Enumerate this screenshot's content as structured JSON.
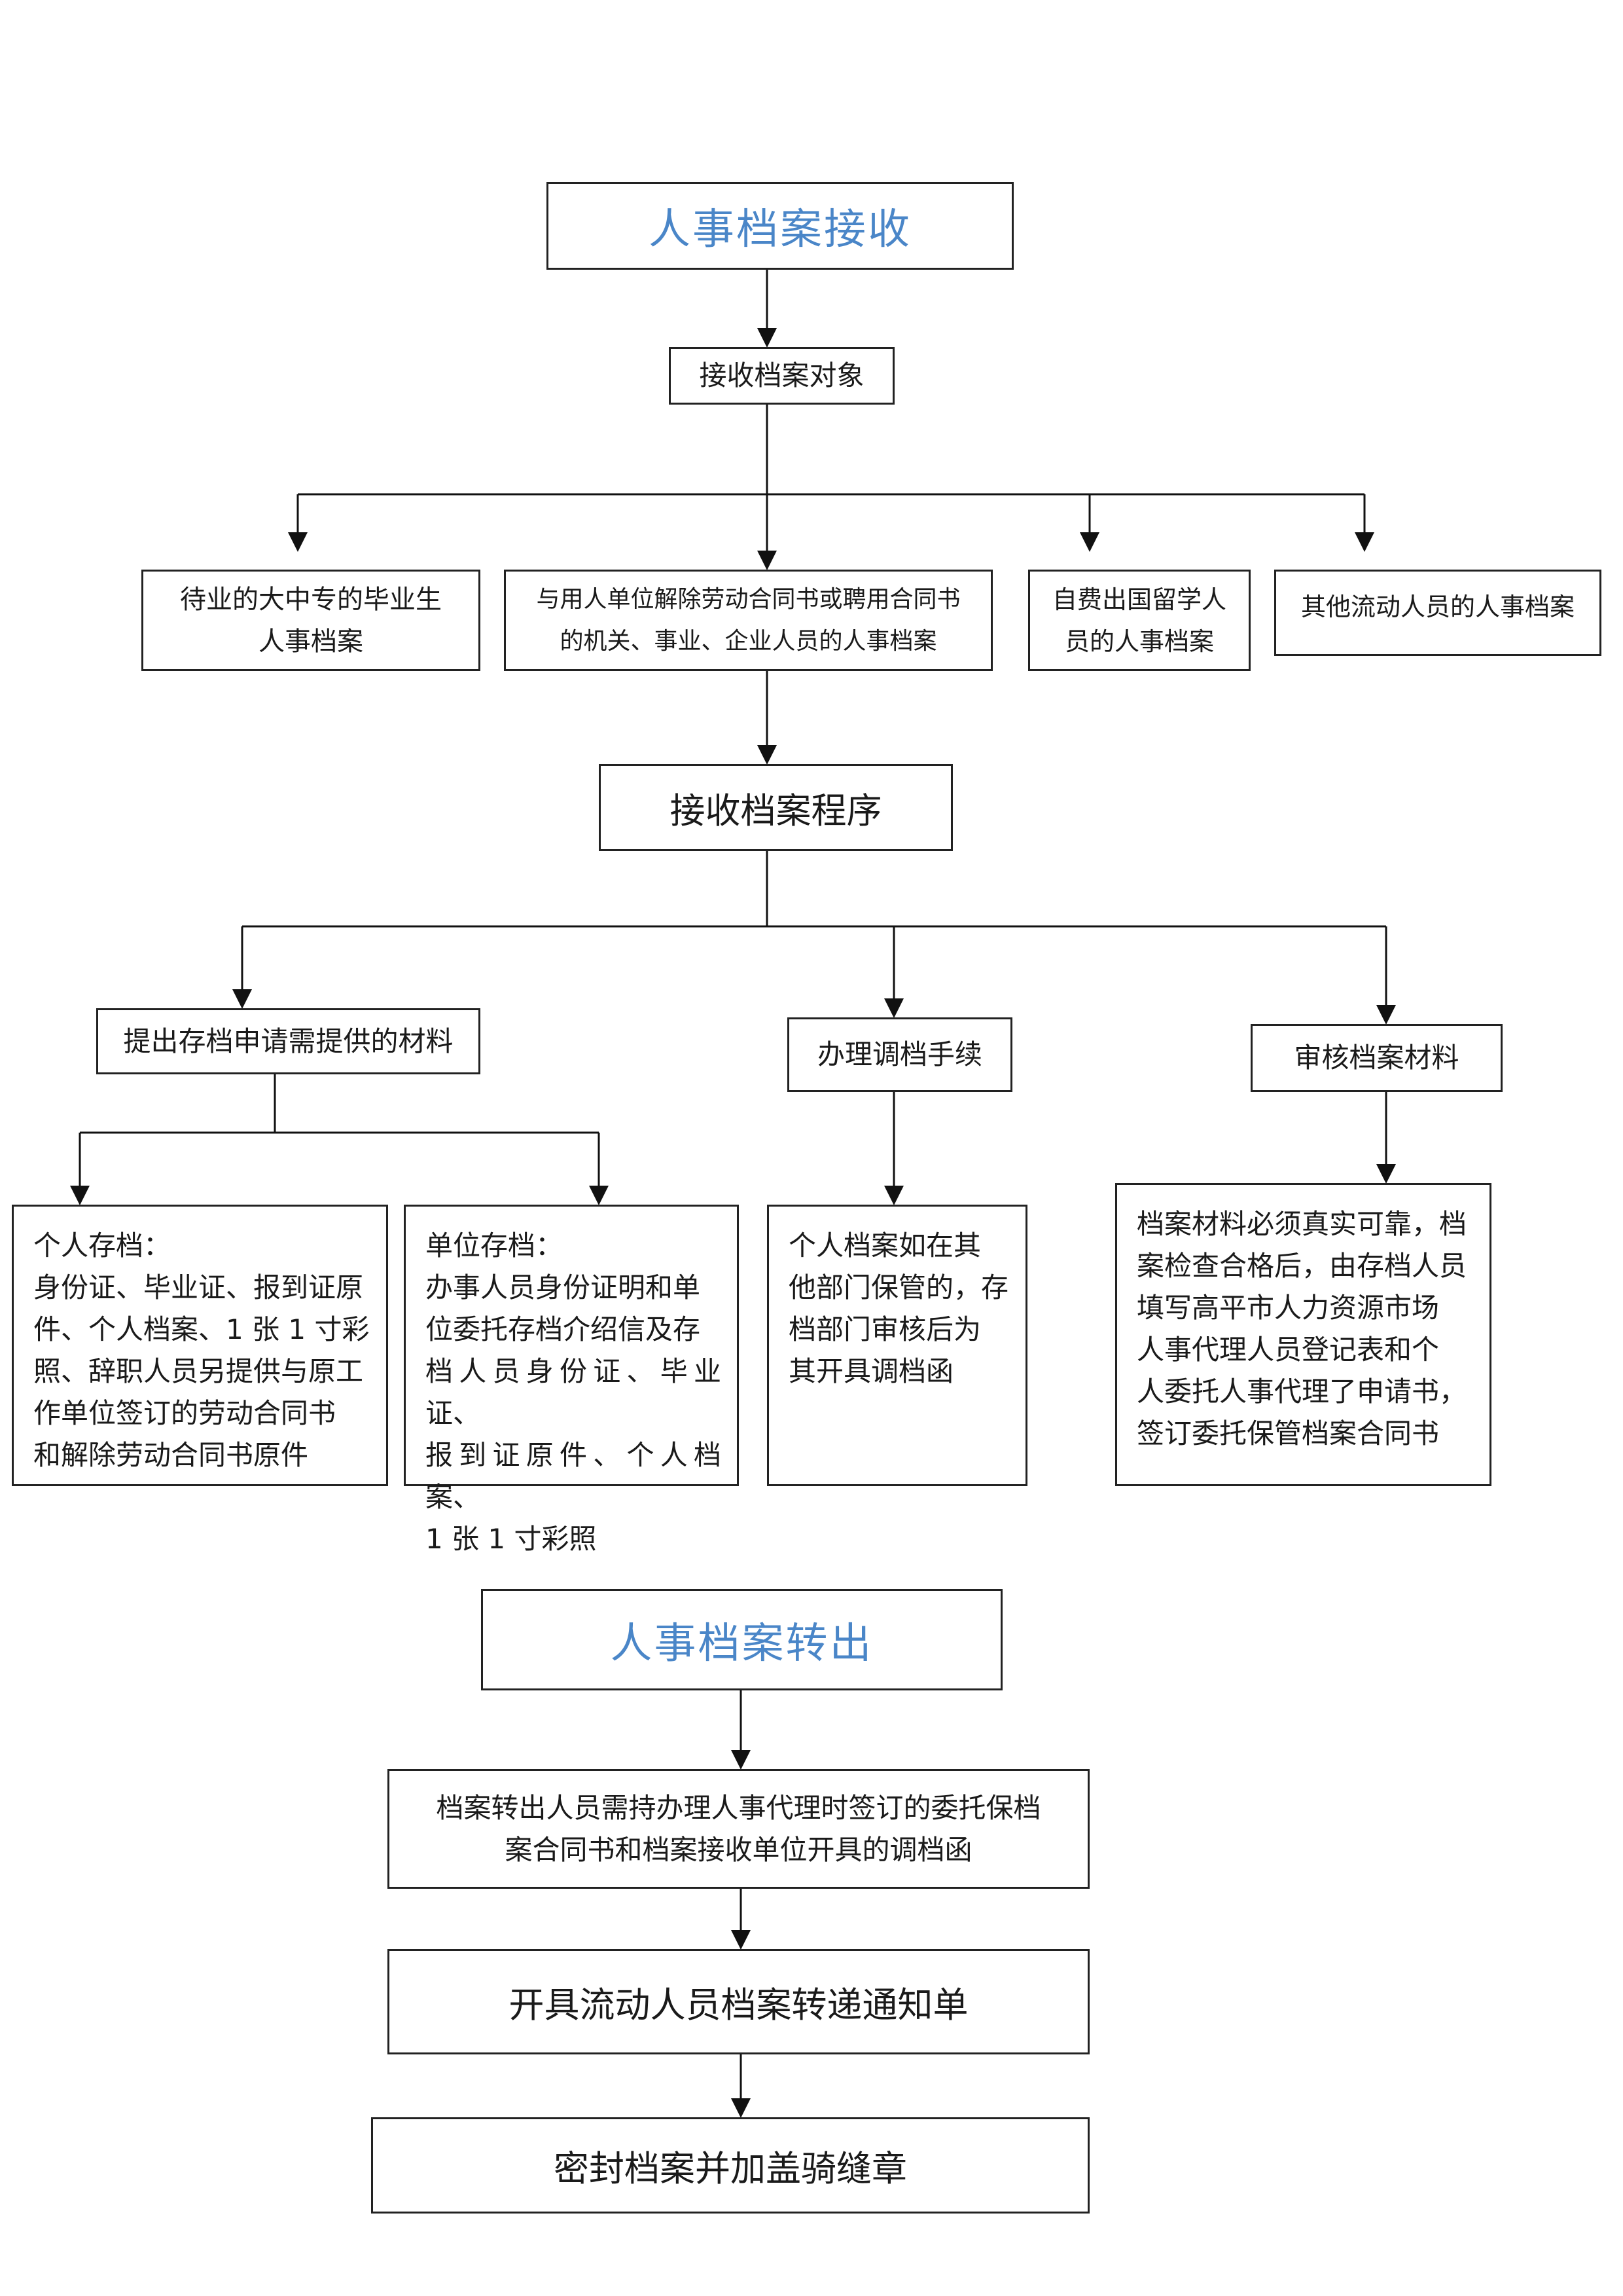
{
  "reception": {
    "title": "人事档案接收",
    "objects_label": "接收档案对象",
    "objects": [
      {
        "line1": "待业的大中专的毕业生",
        "line2": "人事档案"
      },
      {
        "line1": "与用人单位解除劳动合同书或聘用合同书",
        "line2": "的机关、事业、企业人员的人事档案"
      },
      {
        "line1": "自费出国留学人",
        "line2": "员的人事档案"
      },
      {
        "line1": "其他流动人员的人事档案"
      }
    ],
    "procedure_label": "接收档案程序",
    "steps": [
      {
        "label": "提出存档申请需提供的材料"
      },
      {
        "label": "办理调档手续"
      },
      {
        "label": "审核档案材料"
      }
    ],
    "details": [
      {
        "lines": [
          "个人存档：",
          "身份证、毕业证、报到证原",
          "件、个人档案、1 张 1 寸彩",
          "照、辞职人员另提供与原工",
          "作单位签订的劳动合同书",
          "和解除劳动合同书原件"
        ]
      },
      {
        "lines": [
          "单位存档：",
          "办事人员身份证明和单",
          "位委托存档介绍信及存",
          "档人员身份证、毕业证、",
          "报到证原件、个人档案、",
          "1 张 1 寸彩照"
        ]
      },
      {
        "lines": [
          "个人档案如在其",
          "他部门保管的，存",
          "档部门审核后为",
          "其开具调档函"
        ]
      },
      {
        "lines": [
          "档案材料必须真实可靠，档",
          "案检查合格后，由存档人员",
          "填写高平市人力资源市场",
          "人事代理人员登记表和个",
          "人委托人事代理了申请书，",
          "签订委托保管档案合同书"
        ]
      }
    ]
  },
  "transfer": {
    "title": "人事档案转出",
    "steps": [
      {
        "lines": [
          "档案转出人员需持办理人事代理时签订的委托保档",
          "案合同书和档案接收单位开具的调档函"
        ]
      },
      {
        "lines": [
          "开具流动人员档案转递通知单"
        ]
      },
      {
        "lines": [
          "密封档案并加盖骑缝章"
        ]
      }
    ]
  }
}
